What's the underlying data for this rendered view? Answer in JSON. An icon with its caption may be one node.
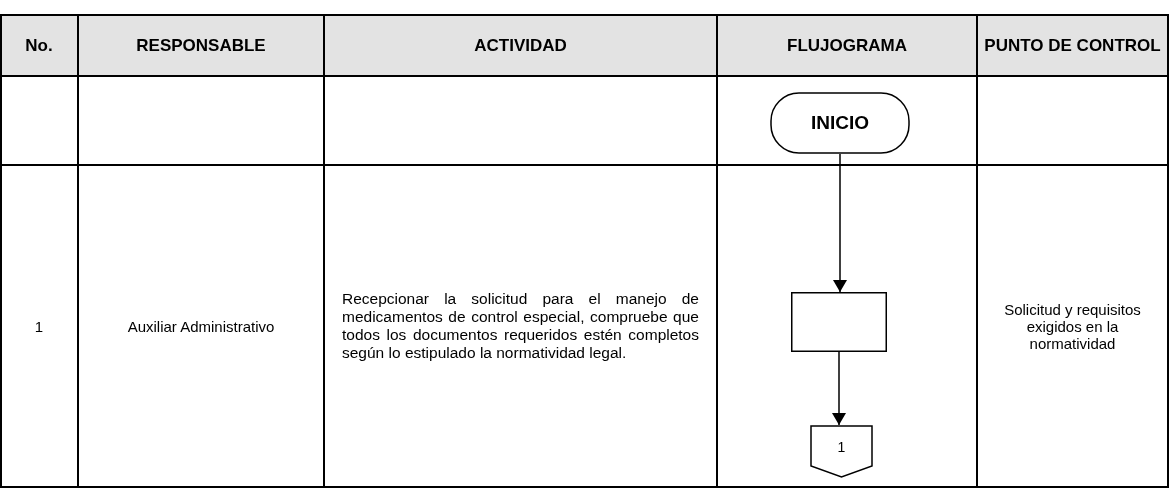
{
  "diagram": {
    "nodes": [
      {
        "text": [
          "INICIO"
        ]
      },
      {
        "text": [],
        "shape": "box"
      },
      {
        "text": [
          "1"
        ]
      }
    ],
    "edges": [
      {
        "from": 0,
        "to": 1,
        "arrow": "to"
      },
      {
        "from": 1,
        "to": 2,
        "arrow": "to"
      }
    ],
    "labels": [
      "No.",
      "RESPONSABLE",
      "ACTIVIDAD",
      "FLUJOGRAMA",
      "PUNTO DE CONTROL",
      "1",
      "Auxiliar Administrativo",
      "Recepcionar la solicitud  para el manejo de medicamentos de control especial, compruebe que todos los documentos requeridos estén completos según lo estipulado la normatividad legal.",
      "Solicitud y requisitos exigidos en la normatividad"
    ]
  }
}
